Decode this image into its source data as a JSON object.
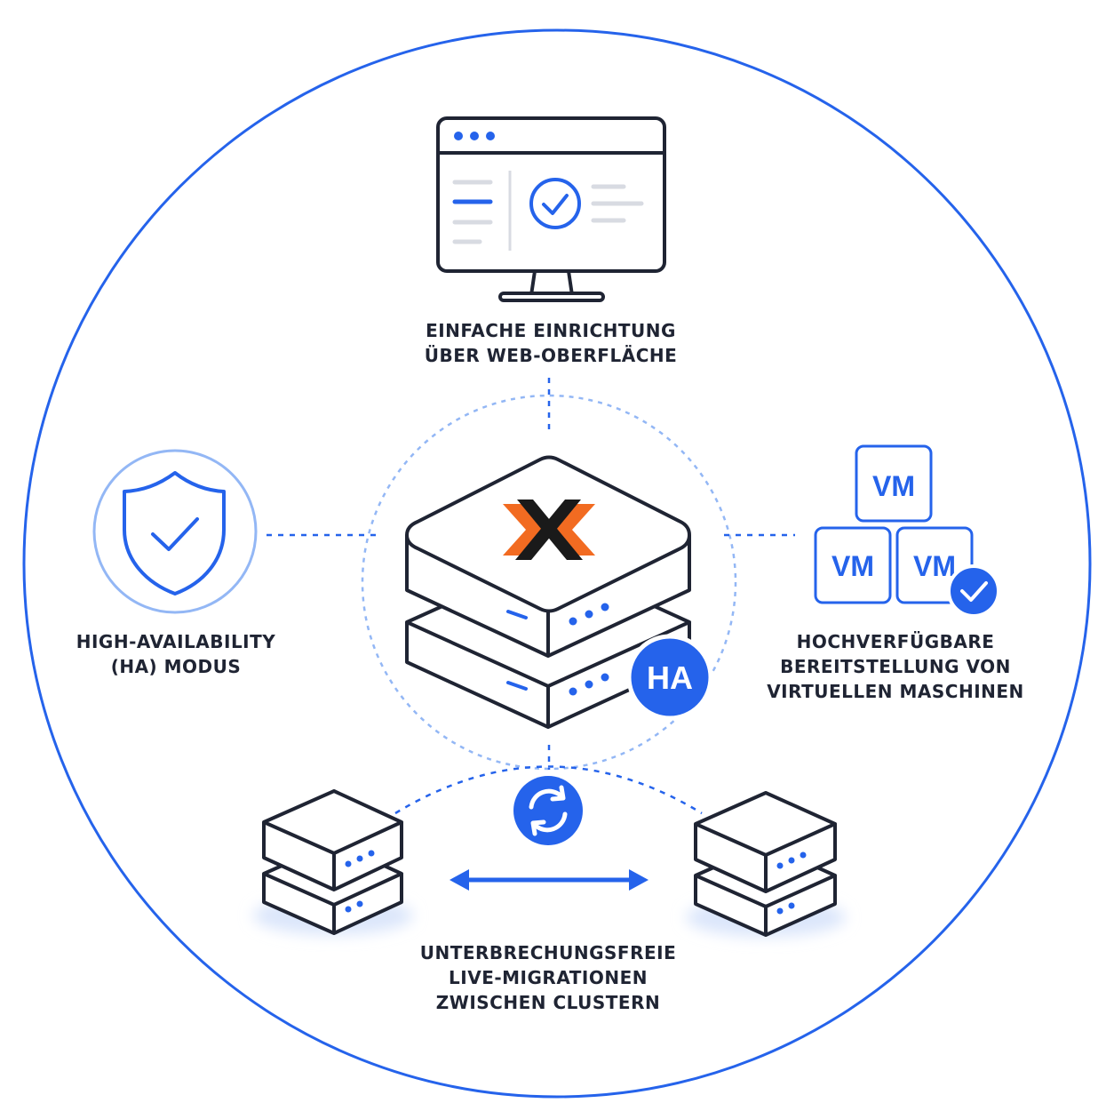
{
  "colors": {
    "accent": "#2563eb",
    "outline": "#1f2433",
    "light_accent": "#93b7f5",
    "proxmox_orange": "#f26b21",
    "proxmox_black": "#1a1a1a"
  },
  "features": {
    "web_setup": {
      "lines": [
        "EINFACHE EINRICHTUNG",
        "ÜBER WEB-OBERFLÄCHE"
      ],
      "icon": "monitor-check-icon"
    },
    "ha_mode": {
      "lines": [
        "HIGH-AVAILABILITY",
        "(HA) MODUS"
      ],
      "icon": "shield-check-icon"
    },
    "vm_deploy": {
      "lines": [
        "HOCHVERFÜGBARE",
        "BEREITSTELLUNG VON",
        "VIRTUELLEN MASCHINEN"
      ],
      "icon": "vm-stack-icon",
      "vm_labels": [
        "VM",
        "VM",
        "VM"
      ]
    },
    "live_migration": {
      "lines": [
        "UNTERBRECHUNGSFREIE",
        "LIVE-MIGRATIONEN",
        "ZWISCHEN CLUSTERN"
      ],
      "icon": "sync-icon"
    }
  },
  "center": {
    "badge": "HA",
    "logo": "proxmox-logo-icon"
  }
}
